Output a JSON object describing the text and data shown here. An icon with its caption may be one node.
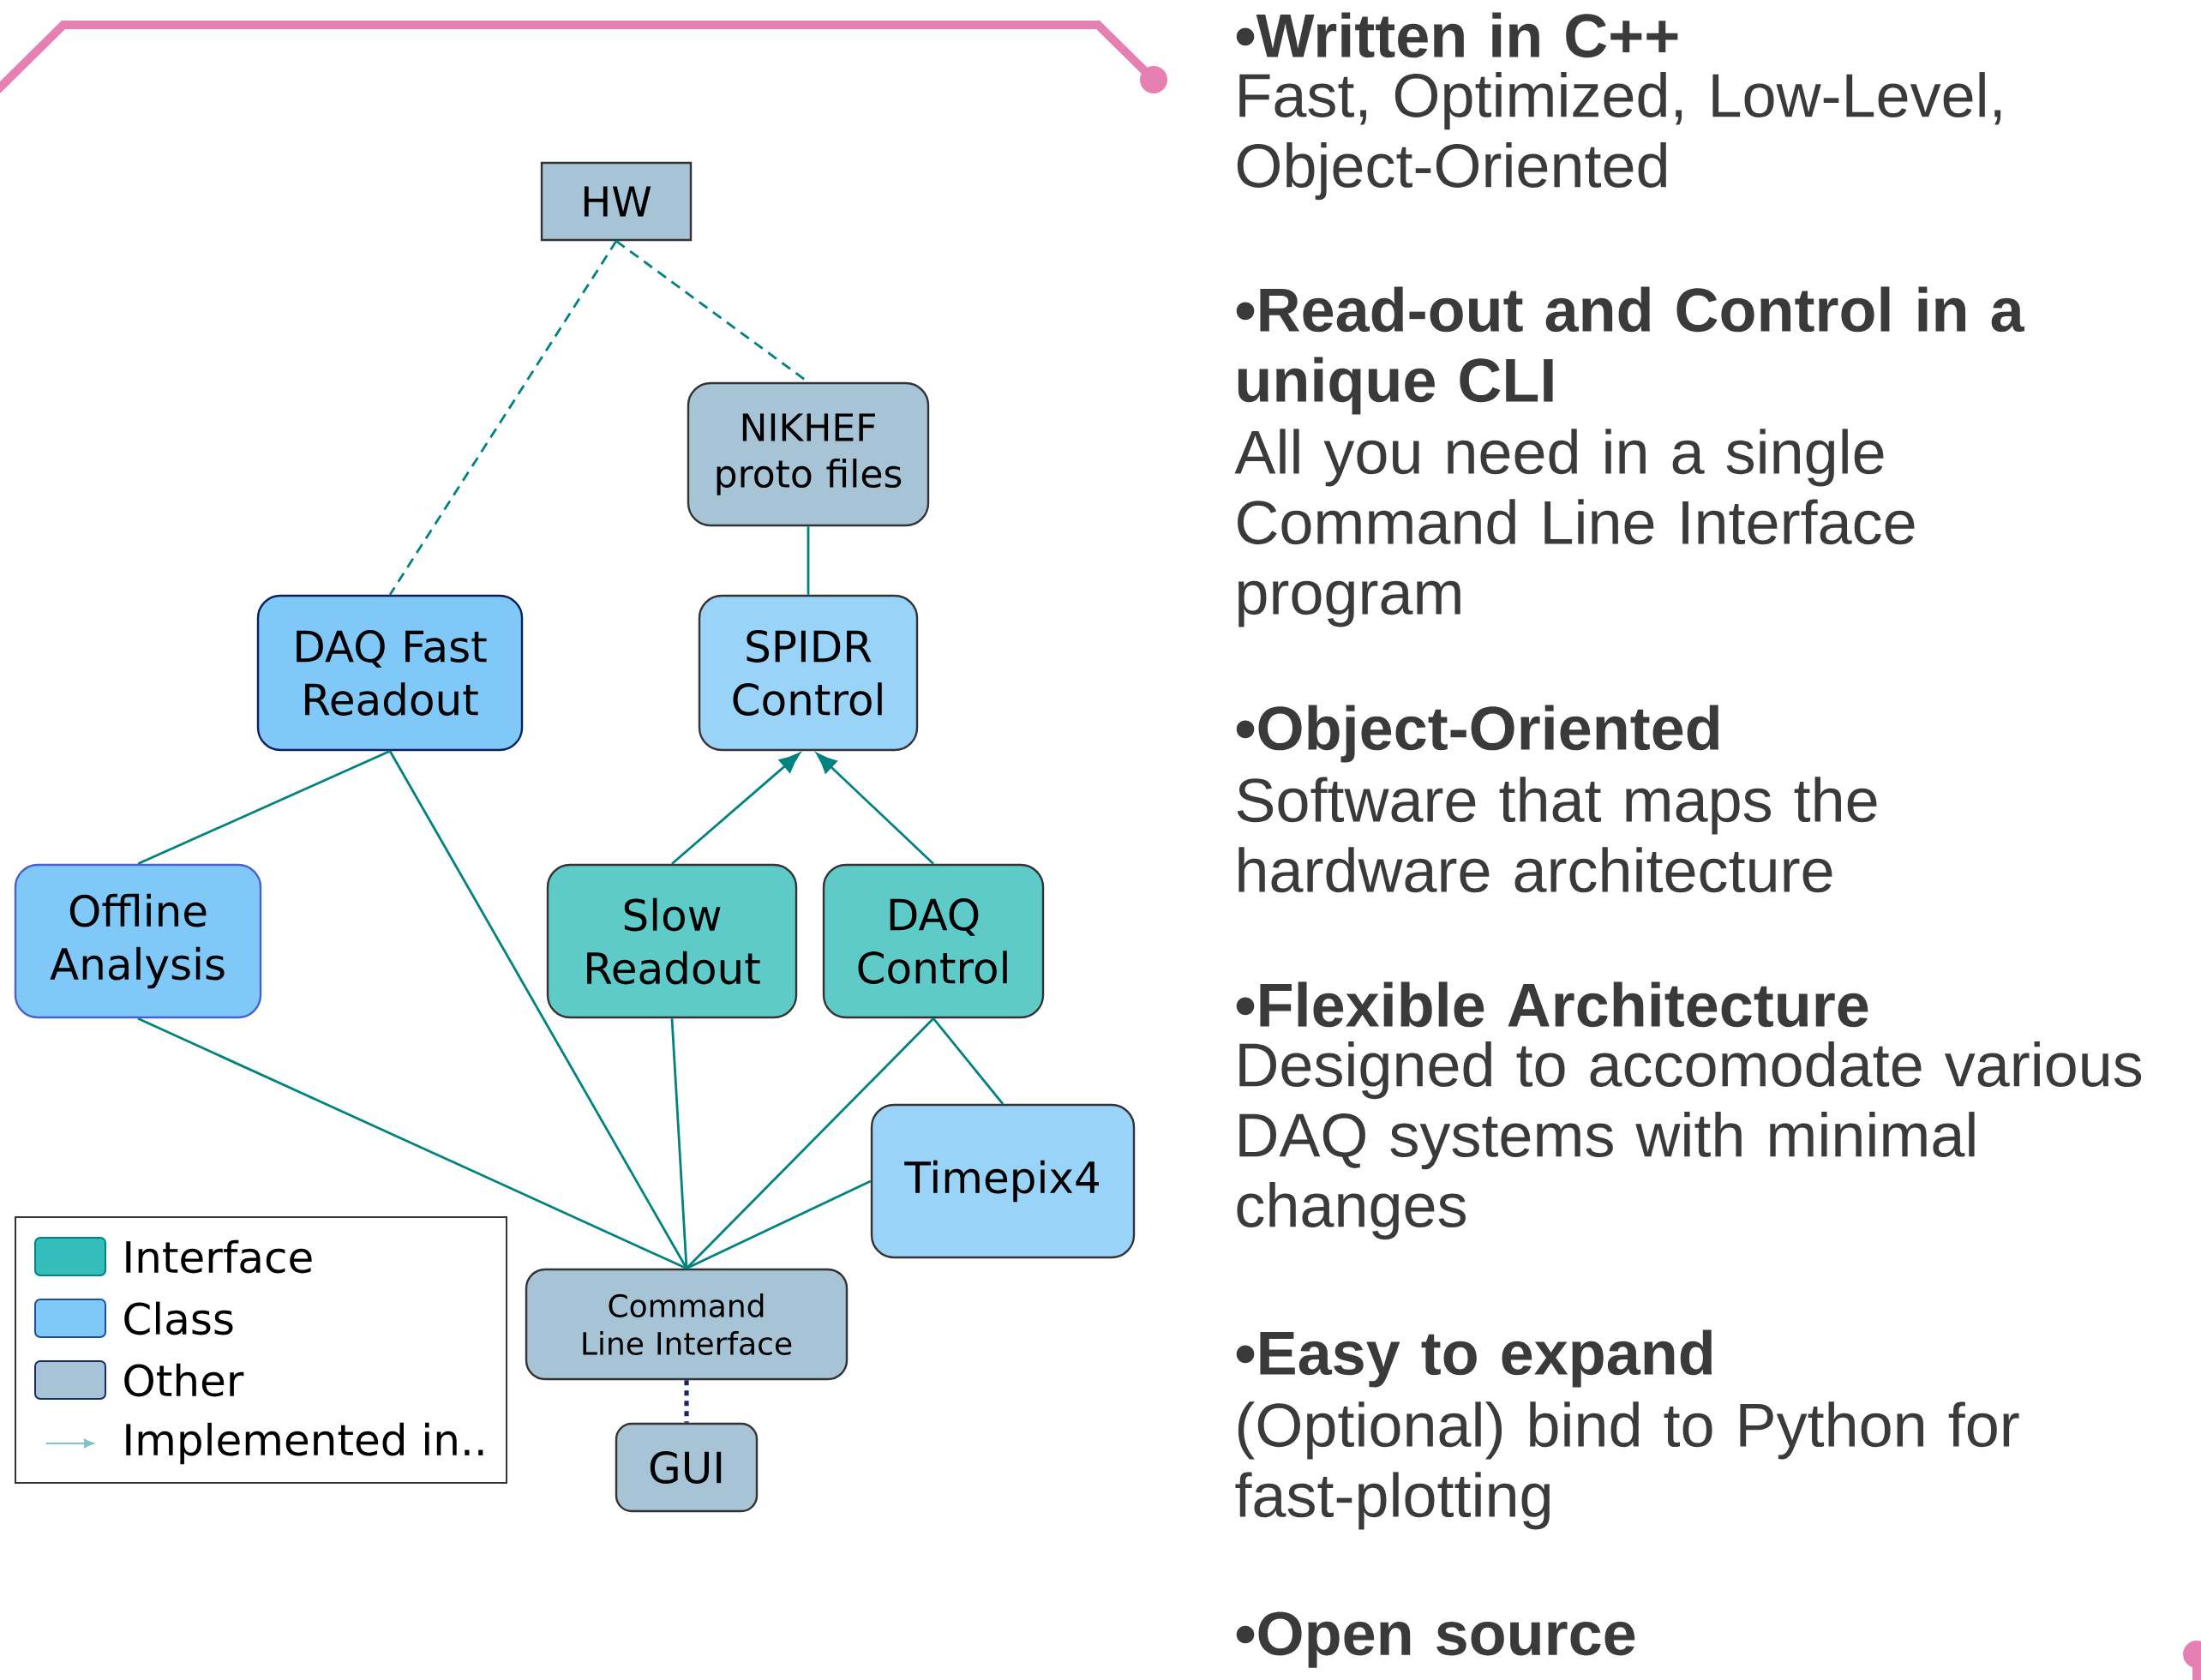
{
  "diagram": {
    "nodes": [
      {
        "text": [
          "HW"
        ]
      },
      {
        "text": [
          "NIKHEF proto files"
        ]
      },
      {
        "text": [
          "DAQ Fast Readout"
        ]
      },
      {
        "text": [
          "SPIDR Control"
        ]
      },
      {
        "text": [
          "Offline Analysis"
        ]
      },
      {
        "text": [
          "Slow Readout"
        ]
      },
      {
        "text": [
          "DAQ Control"
        ]
      },
      {
        "text": [
          "Timepix4"
        ]
      },
      {
        "text": [
          "Command Line Interface"
        ]
      },
      {
        "text": [
          "GUI"
        ]
      }
    ],
    "edges": [
      {
        "from": 0,
        "to": 2,
        "arrow": "none",
        "style": "dashed"
      },
      {
        "from": 0,
        "to": 1,
        "arrow": "none",
        "style": "dashed"
      },
      {
        "from": 1,
        "to": 3,
        "arrow": "none"
      },
      {
        "from": 5,
        "to": 3,
        "arrow": "to"
      },
      {
        "from": 6,
        "to": 3,
        "arrow": "to"
      },
      {
        "from": 2,
        "to": 4,
        "arrow": "none"
      },
      {
        "from": 2,
        "to": 8,
        "arrow": "none"
      },
      {
        "from": 4,
        "to": 8,
        "arrow": "none"
      },
      {
        "from": 5,
        "to": 8,
        "arrow": "none"
      },
      {
        "from": 6,
        "to": 8,
        "arrow": "none"
      },
      {
        "from": 6,
        "to": 7,
        "arrow": "none"
      },
      {
        "from": 7,
        "to": 8,
        "arrow": "none"
      },
      {
        "from": 8,
        "to": 9,
        "arrow": "none",
        "style": "dashed",
        "color": "#1a2466"
      }
    ],
    "labels": [
      "•Written in C++",
      "Fast, Optimized, Low-Level, Object-Oriented",
      "•Read-out and Control in a unique CLI",
      "All you need in a single Command Line Interface program",
      "•Object-Oriented",
      "Software that maps the hardware architecture",
      "•Flexible Architecture",
      "Designed to accomodate various DAQ systems with minimal changes",
      "•Easy to expand",
      "(Optional) bind to Python for fast-plotting",
      "•Open source"
    ],
    "legend": [
      {
        "text": "Interface",
        "color": "#33bdbb"
      },
      {
        "text": "Class",
        "color": "#80c8f8"
      },
      {
        "text": "Other",
        "color": "#a6c4d6"
      },
      {
        "text": "Implemented in.."
      }
    ]
  }
}
